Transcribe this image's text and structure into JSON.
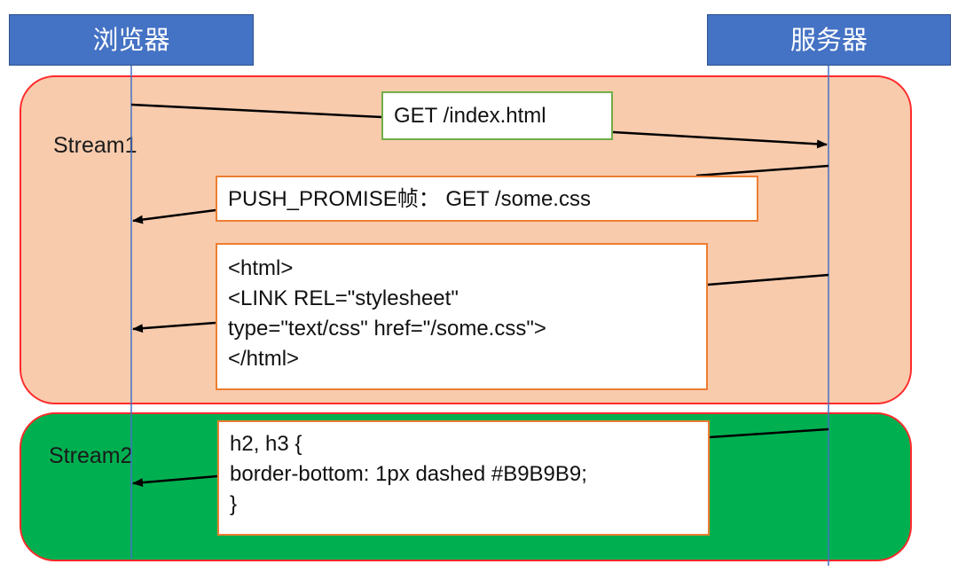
{
  "actors": {
    "browser": "浏览器",
    "server": "服务器"
  },
  "streams": {
    "stream1": "Stream1",
    "stream2": "Stream2"
  },
  "messages": {
    "get_request": "GET /index.html",
    "push_promise": "PUSH_PROMISE帧： GET /some.css",
    "html_response": [
      "<html>",
      "<LINK REL=\"stylesheet\"",
      "type=\"text/css\" href=\"/some.css\">",
      "</html>"
    ],
    "css_response": [
      "h2, h3 {",
      "border-bottom: 1px dashed #B9B9B9;",
      "}"
    ]
  },
  "colors": {
    "actor_fill": "#4472c4",
    "stream1_fill": "#f8cbad",
    "stream2_fill": "#00b050",
    "stream_border": "#ff2a2a",
    "get_border": "#70ad47",
    "push_border": "#ed7d31"
  }
}
